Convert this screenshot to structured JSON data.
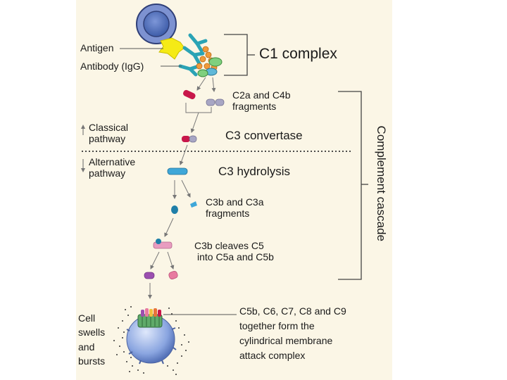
{
  "labels": {
    "antigen": "Antigen",
    "antibody": "Antibody (IgG)",
    "c1_complex": "C1 complex",
    "c2a_c4b": [
      "C2a and C4b",
      "fragments"
    ],
    "classical_pathway": [
      "Classical",
      "pathway"
    ],
    "c3_convertase": "C3 convertase",
    "alternative_pathway": [
      "Alternative",
      "pathway"
    ],
    "c3_hydrolysis": "C3 hydrolysis",
    "c3b_c3a": [
      "C3b and C3a",
      "fragments"
    ],
    "c3b_cleaves": [
      "C3b cleaves C5",
      "into C5a and C5b"
    ],
    "cell_swells": [
      "Cell",
      "swells",
      "and",
      "bursts"
    ],
    "mac": [
      "C5b, C6, C7, C8 and C9",
      "together form the",
      "cylindrical membrane",
      "attack complex"
    ],
    "complement_cascade": "Complement cascade"
  },
  "colors": {
    "panel": "#fbf6e6",
    "antigen": "#f5ea16",
    "antibody": "#2aa3b5",
    "c2a": "#c8174a",
    "c4b": "#a8a6c4",
    "c3": "#3fa7d8",
    "c5a": "#9c4fb0",
    "c5b": "#e87aa0",
    "cell": "#8aa5e0"
  }
}
